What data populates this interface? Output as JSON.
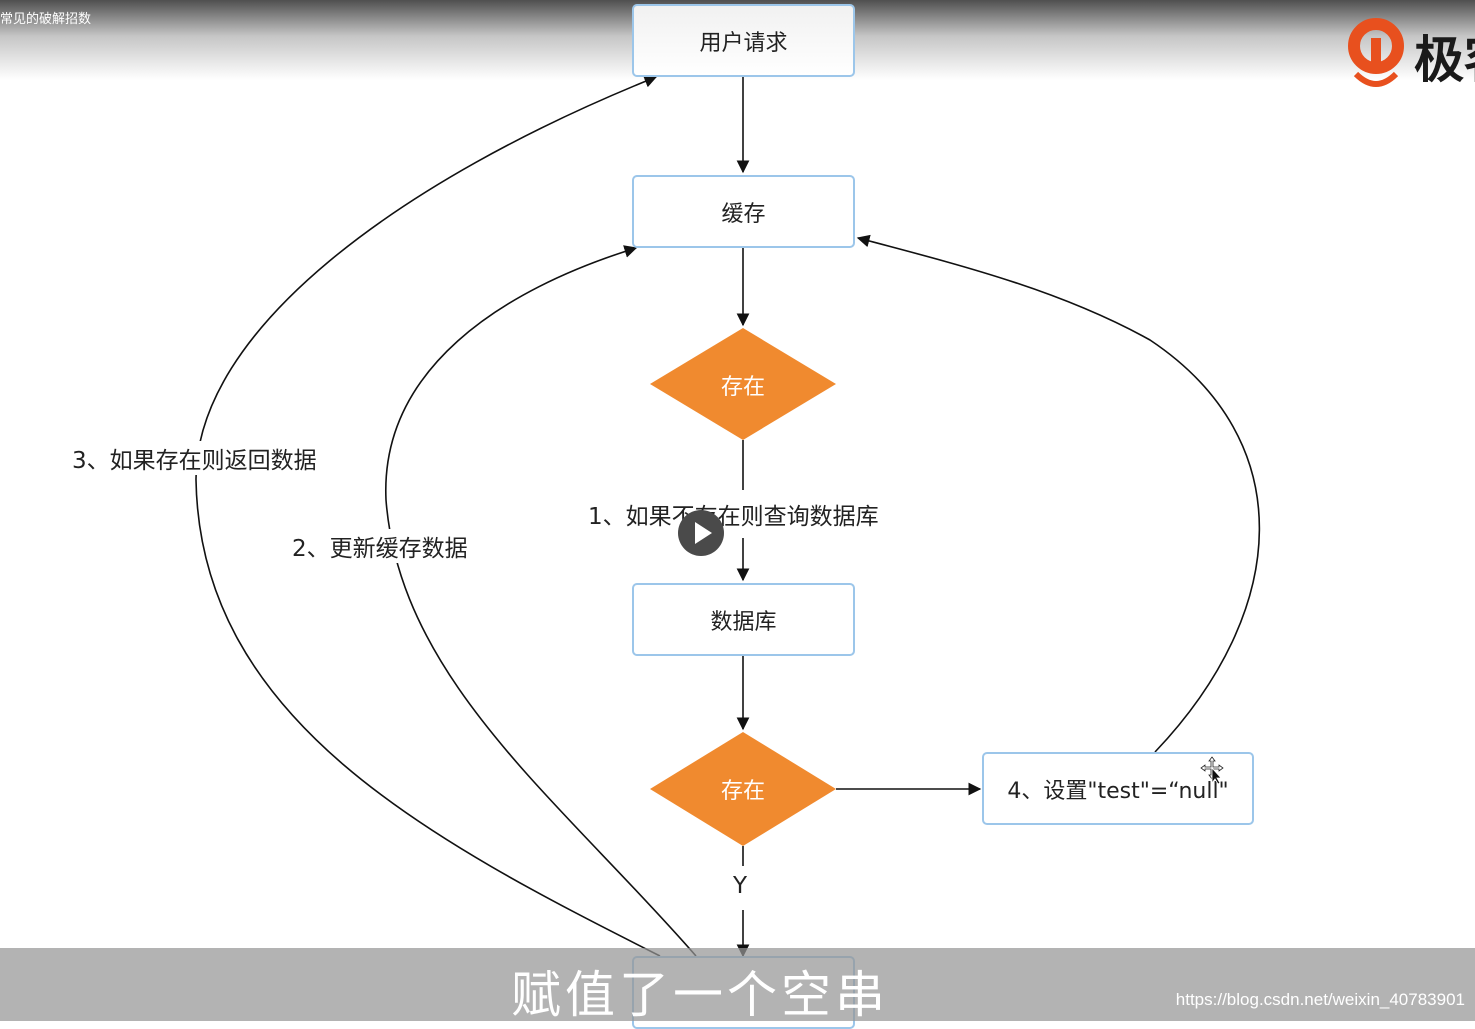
{
  "video_title": "常见的破解招数",
  "logo": {
    "text": "极客",
    "brand_color": "#e8501e"
  },
  "nodes": {
    "request": "用户请求",
    "cache": "缓存",
    "exists1": "存在",
    "database": "数据库",
    "exists2": "存在",
    "set_null": "4、设置\"test\"=“null\""
  },
  "edge_labels": {
    "query_db": "1、如果不存在则查询数据库",
    "update_cache": "2、更新缓存数据",
    "return_data": "3、如果存在则返回数据",
    "yes": "Y"
  },
  "subtitle": "赋值了一个空串",
  "watermark": "https://blog.csdn.net/weixin_40783901",
  "colors": {
    "box_border": "#9cc6ea",
    "diamond": "#f08a2f",
    "line": "#111111"
  },
  "icons": {
    "play": "play-icon",
    "cursor": "move-cursor-icon"
  }
}
